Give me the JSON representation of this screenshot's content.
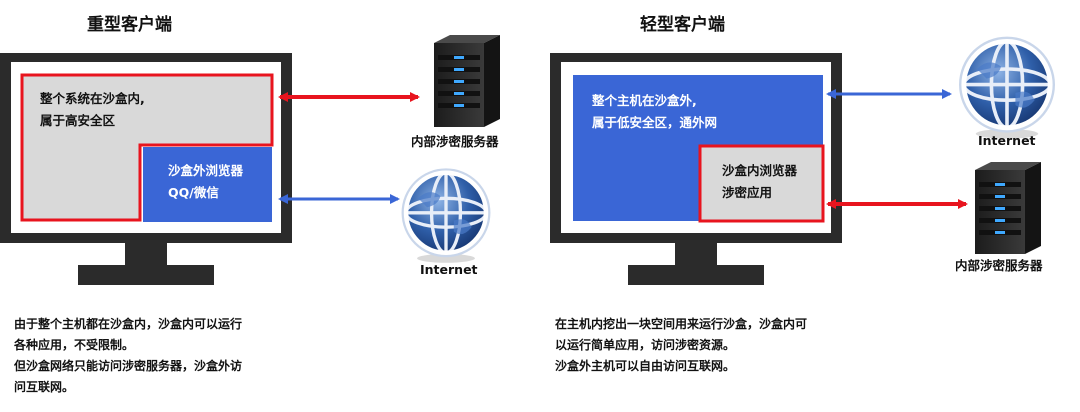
{
  "heavy": {
    "title": "重型客户端",
    "sandbox_text": [
      "整个系统在沙盒内,",
      "属于高安全区"
    ],
    "outer_text": [
      "沙盒外浏览器",
      "QQ/微信"
    ],
    "server_label": "内部涉密服务器",
    "internet_label": "Internet",
    "description": [
      "由于整个主机都在沙盒内，沙盒内可以运行",
      "各种应用，不受限制。",
      "但沙盒网络只能访问涉密服务器，沙盒外访",
      "问互联网。"
    ]
  },
  "light": {
    "title": "轻型客户端",
    "host_text": [
      "整个主机在沙盒外,",
      "属于低安全区，通外网"
    ],
    "sandbox_text": [
      "沙盒内浏览器",
      "涉密应用"
    ],
    "internet_label": "Internet",
    "server_label": "内部涉密服务器",
    "description": [
      "在主机内挖出一块空间用来运行沙盒，沙盒内可",
      "以运行简单应用，访问涉密资源。",
      "沙盒外主机可以自由访问互联网。"
    ]
  },
  "colors": {
    "sandbox_red": "#e8141e",
    "outside_blue": "#3a66d6",
    "monitor": "#2b2b2b",
    "screen_grey": "#d9d9d9"
  }
}
